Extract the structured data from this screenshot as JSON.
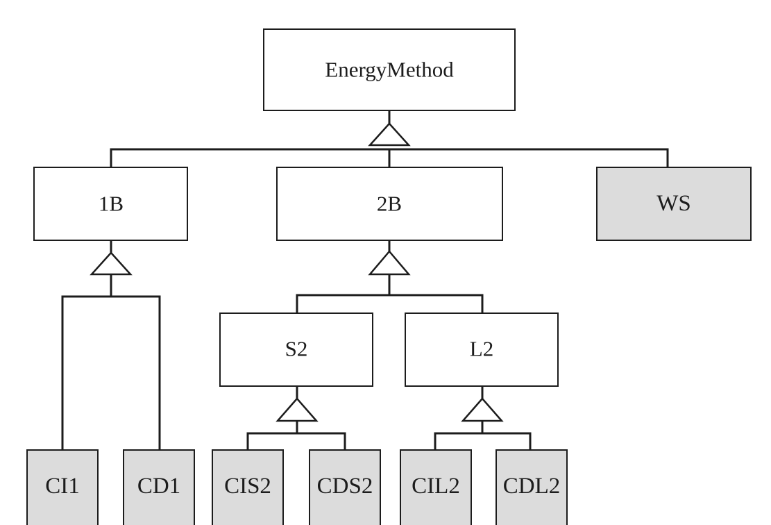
{
  "colors": {
    "line": "#1c1c1c",
    "box_plain": "#ffffff",
    "box_shaded": "#dcdcdc"
  },
  "nodes": {
    "energy_method": {
      "label": "EnergyMethod",
      "shaded": false
    },
    "one_b": {
      "label": "1B",
      "shaded": false
    },
    "two_b": {
      "label": "2B",
      "shaded": false
    },
    "ws": {
      "label": "WS",
      "shaded": true
    },
    "s2": {
      "label": "S2",
      "shaded": false
    },
    "l2": {
      "label": "L2",
      "shaded": false
    },
    "ci1": {
      "label": "CI1",
      "shaded": true
    },
    "cd1": {
      "label": "CD1",
      "shaded": true
    },
    "cis2": {
      "label": "CIS2",
      "shaded": true
    },
    "cds2": {
      "label": "CDS2",
      "shaded": true
    },
    "cil2": {
      "label": "CIL2",
      "shaded": true
    },
    "cdl2": {
      "label": "CDL2",
      "shaded": true
    }
  },
  "inheritance": [
    {
      "parent": "energy_method",
      "children": [
        "one_b",
        "two_b",
        "ws"
      ]
    },
    {
      "parent": "one_b",
      "children": [
        "ci1",
        "cd1"
      ]
    },
    {
      "parent": "two_b",
      "children": [
        "s2",
        "l2"
      ]
    },
    {
      "parent": "s2",
      "children": [
        "cis2",
        "cds2"
      ]
    },
    {
      "parent": "l2",
      "children": [
        "cil2",
        "cdl2"
      ]
    }
  ]
}
